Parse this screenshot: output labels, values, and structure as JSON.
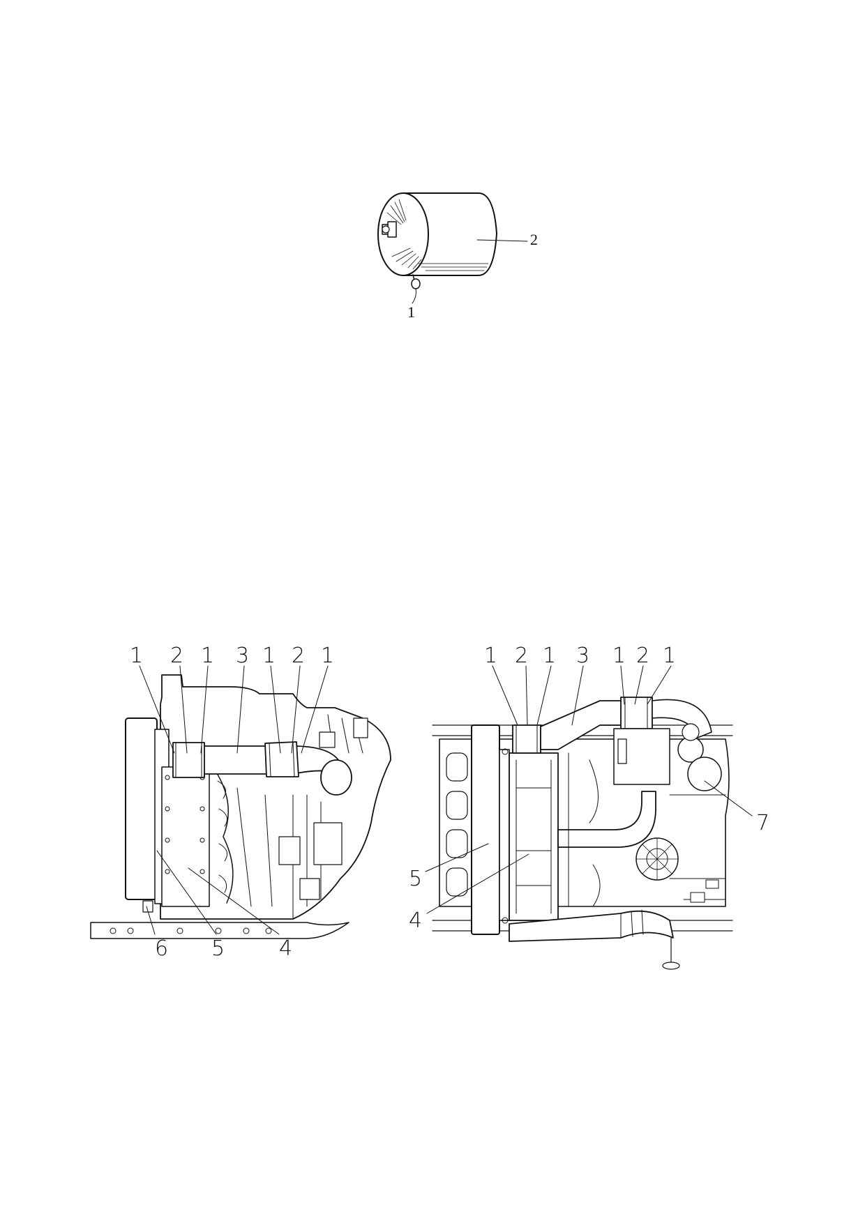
{
  "receiver": {
    "callouts": [
      {
        "id": "r1",
        "text": "1"
      },
      {
        "id": "r2",
        "text": "2"
      }
    ]
  },
  "left_view": {
    "top_callouts": [
      "1",
      "2",
      "1",
      "3",
      "1",
      "2",
      "1"
    ],
    "bottom_callouts": [
      "6",
      "5",
      "4"
    ]
  },
  "right_view": {
    "top_callouts": [
      "1",
      "2",
      "1",
      "3",
      "1",
      "2",
      "1"
    ],
    "side_callouts": [
      "5",
      "4",
      "7"
    ]
  }
}
